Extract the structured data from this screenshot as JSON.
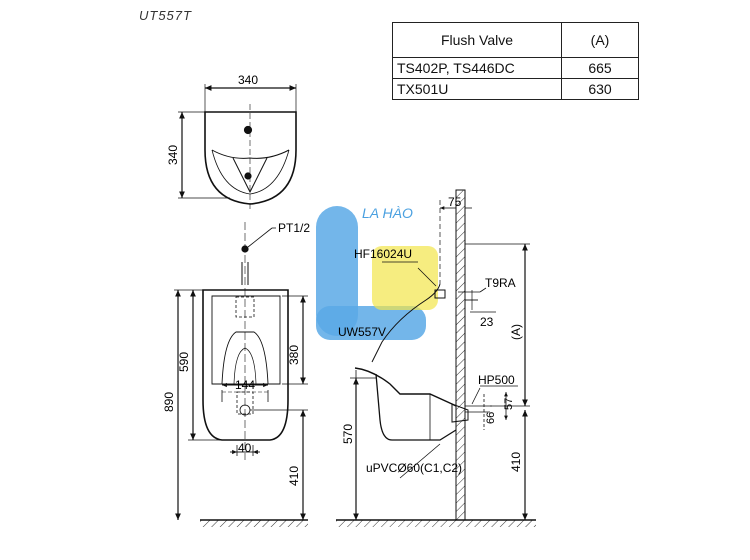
{
  "model": "UT557T",
  "table": {
    "headers": [
      "Flush Valve",
      "(A)"
    ],
    "rows": [
      [
        "TS402P, TS446DC",
        "665"
      ],
      [
        "TX501U",
        "630"
      ]
    ]
  },
  "watermark": "LA HÀO",
  "top_view": {
    "width": "340",
    "depth": "340"
  },
  "front_view": {
    "inlet": "PT1/2",
    "total_height": "890",
    "body_height": "590",
    "inner_height": "380",
    "outlet_spacing": "144",
    "outlet_width": "40",
    "floor_to_outlet": "410"
  },
  "side_view": {
    "valve": "HF16024U",
    "spud_offset": "75",
    "fitting": "T9RA",
    "spud_size": "23",
    "valve_height": "(A)",
    "urinal": "UW557V",
    "trap": "HP500",
    "trap_dim1": "57",
    "trap_dim2": "66",
    "rim_height": "570",
    "outlet_height": "410",
    "drain": "uPVCØ60(C1,C2)"
  }
}
